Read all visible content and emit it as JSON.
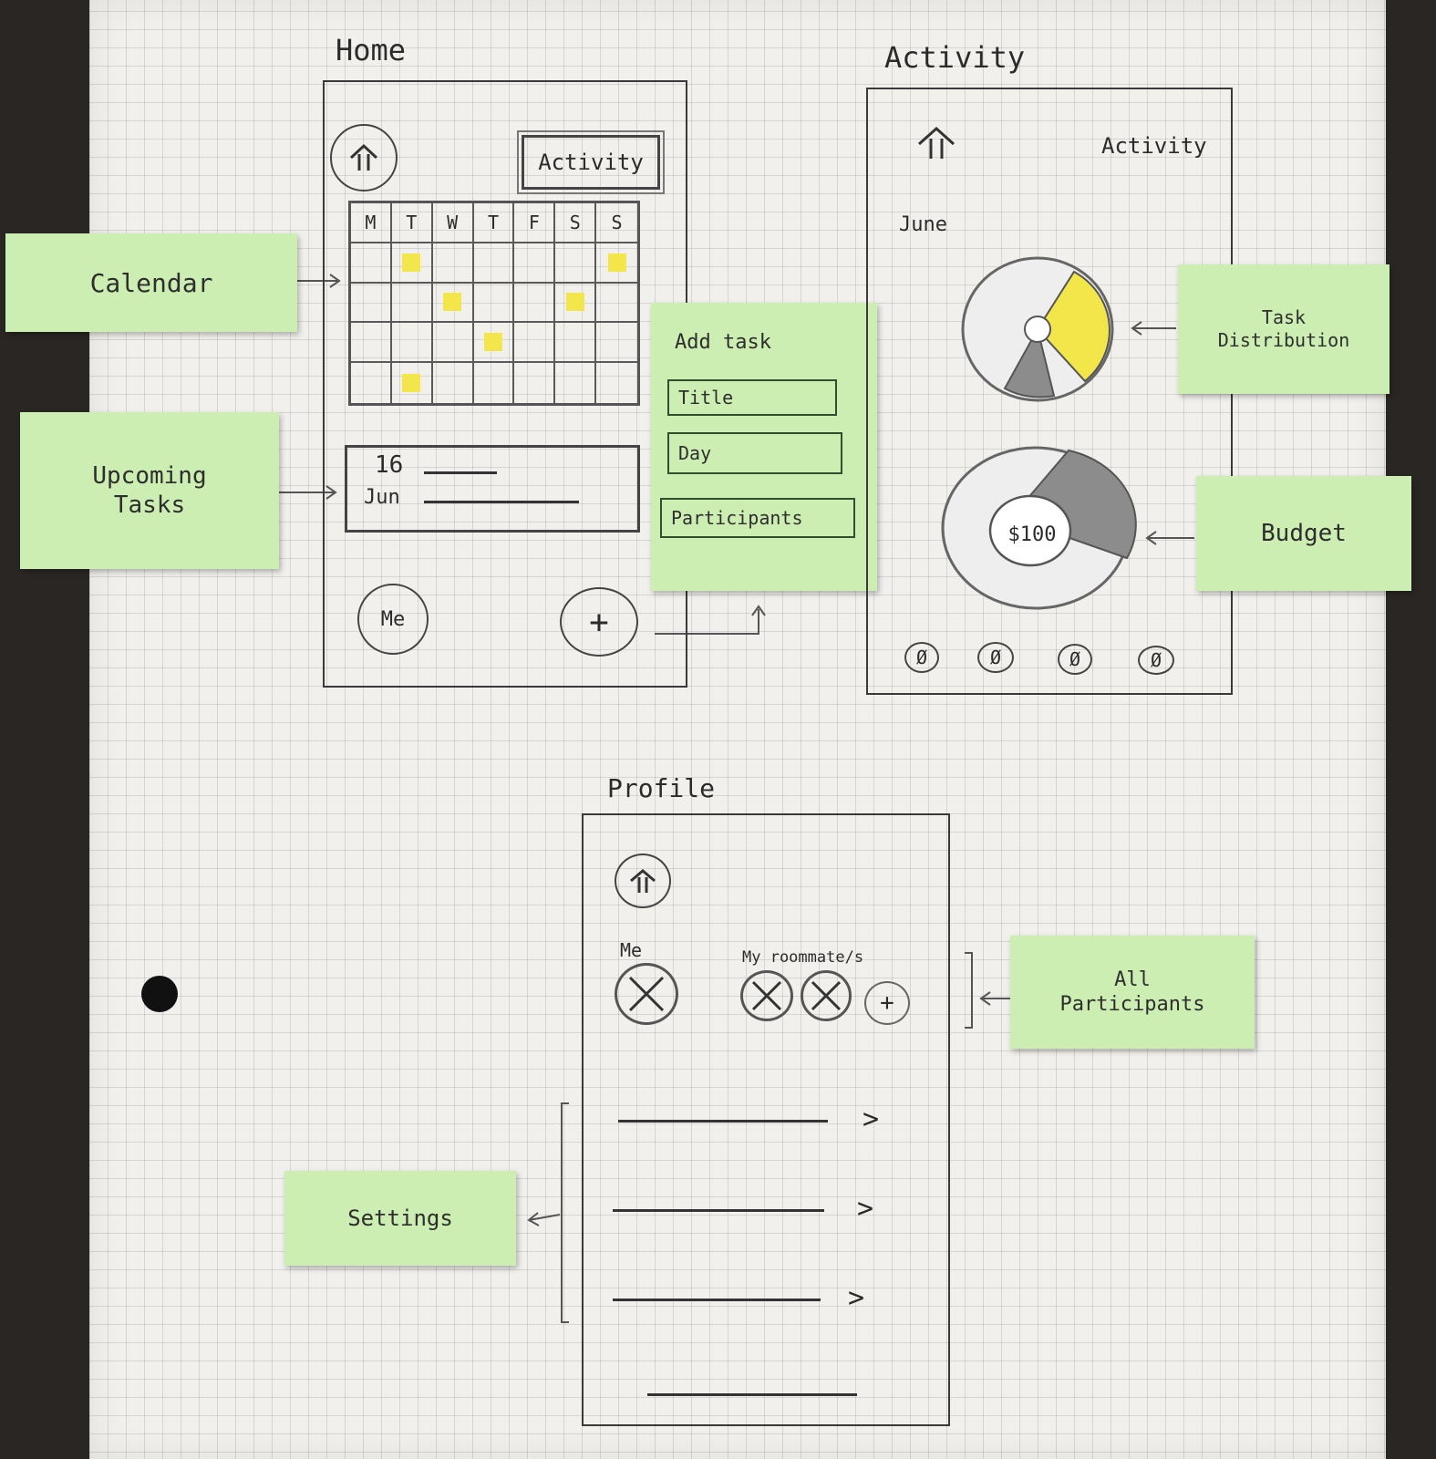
{
  "screens": {
    "home": {
      "title": "Home",
      "activity_button": "Activity",
      "calendar": {
        "days": [
          "M",
          "T",
          "W",
          "T",
          "F",
          "S",
          "S"
        ],
        "marked_cells": [
          [
            0,
            1
          ],
          [
            0,
            6
          ],
          [
            1,
            2
          ],
          [
            1,
            5
          ],
          [
            2,
            3
          ],
          [
            3,
            1
          ]
        ]
      },
      "upcoming": {
        "day": "16",
        "month": "Jun"
      },
      "me_button": "Me",
      "add_button": "+"
    },
    "activity": {
      "title": "Activity",
      "header_label": "Activity",
      "month": "June",
      "budget_label": "$100",
      "footer_icons": [
        "Ø",
        "Ø",
        "Ø",
        "Ø"
      ]
    },
    "profile": {
      "title": "Profile",
      "me_label": "Me",
      "roommates_label": "My roommate/s",
      "add_roommate": "+",
      "settings_rows": [
        ">",
        ">",
        ">"
      ]
    }
  },
  "add_task_note": {
    "heading": "Add task",
    "fields": [
      "Title",
      "Day",
      "Participants"
    ]
  },
  "annotations": {
    "calendar": "Calendar",
    "upcoming_line1": "Upcoming",
    "upcoming_line2": "Tasks",
    "task_line1": "Task",
    "task_line2": "Distribution",
    "budget": "Budget",
    "participants_line1": "All",
    "participants_line2": "Participants",
    "settings": "Settings"
  },
  "colors": {
    "note": "#cdeeb2",
    "highlight": "#f2e64a",
    "ink": "#2b2b2b",
    "shade": "#8c8c8c"
  },
  "icons": [
    "home-icon",
    "plus-icon",
    "person-placeholder-icon",
    "chevron-right-icon",
    "arrow-icon"
  ]
}
